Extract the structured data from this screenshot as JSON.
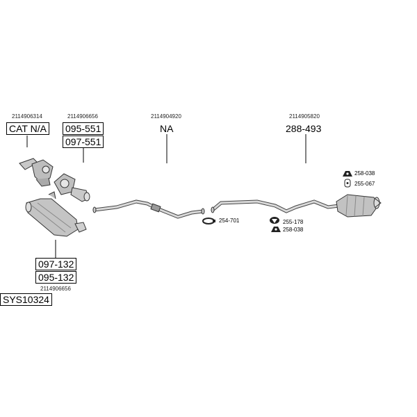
{
  "parts": {
    "cat_front": {
      "oem": "2114906314",
      "code": "CAT N/A"
    },
    "cat_mid": {
      "oem": "2114906656",
      "codes": [
        "095-551",
        "097-551"
      ]
    },
    "mid_pipe": {
      "oem": "2114904920",
      "code": "NA"
    },
    "rear_silencer": {
      "oem": "2114905820",
      "code": "288-493"
    },
    "dpf": {
      "codes": [
        "097-132",
        "095-132"
      ],
      "oem": "2114906656"
    }
  },
  "accessories": [
    {
      "code": "258-038",
      "icon": "rubber-mount-icon"
    },
    {
      "code": "255-067",
      "icon": "hanger-icon"
    },
    {
      "code": "254-701",
      "icon": "clamp-icon"
    },
    {
      "code": "255-178",
      "icon": "mounting-pad-icon"
    },
    {
      "code": "258-038",
      "icon": "rubber-mount-icon"
    }
  ],
  "system_code": "SYS10324"
}
